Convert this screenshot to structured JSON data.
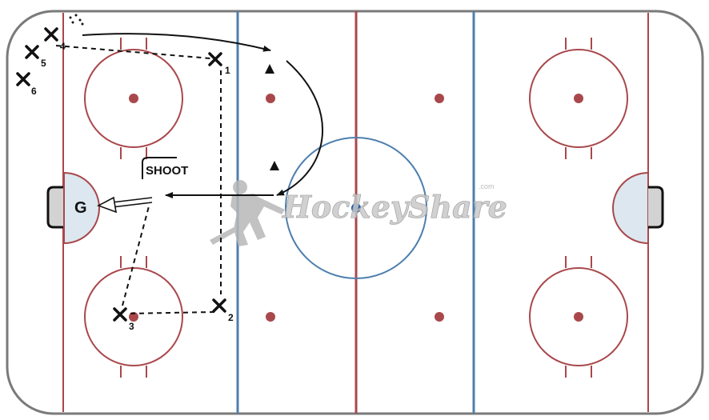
{
  "players": [
    {
      "id": "x4",
      "label": "4"
    },
    {
      "id": "x5",
      "label": "5"
    },
    {
      "id": "x6",
      "label": "6"
    },
    {
      "id": "x1",
      "label": "1"
    },
    {
      "id": "x2",
      "label": "2"
    },
    {
      "id": "x3",
      "label": "3"
    }
  ],
  "goalie": {
    "label": "G"
  },
  "action": {
    "shoot": "SHOOT"
  },
  "watermark": {
    "brand": "HockeyShare",
    "suffix": ".com"
  },
  "colors": {
    "board": "#7a7a7a",
    "red_line": "#a9484c",
    "blue_line": "#4e7fae",
    "crease": "#dde7f0",
    "center_dot": "#1b5aa8",
    "ink": "#111111"
  }
}
